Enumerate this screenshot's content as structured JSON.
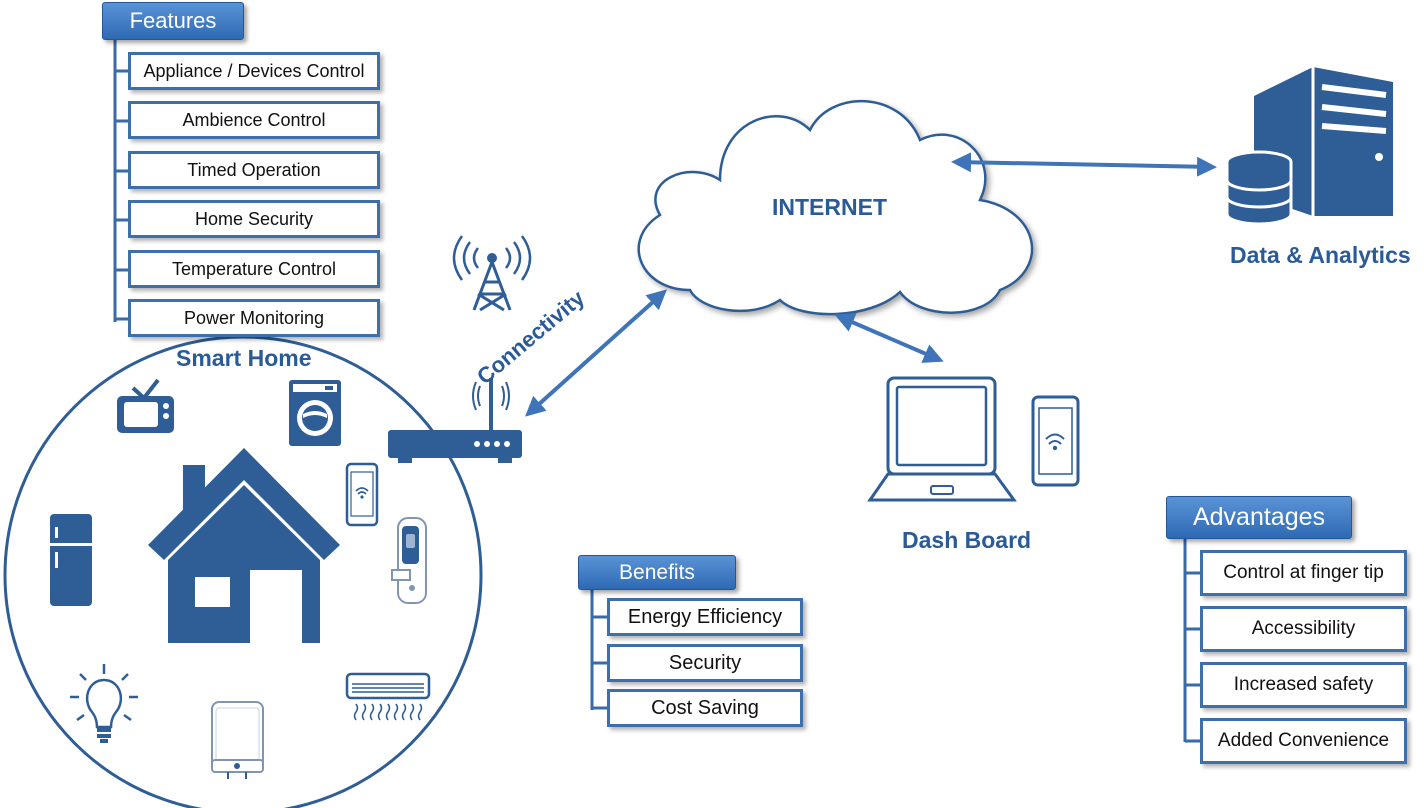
{
  "features": {
    "title": "Features",
    "items": [
      "Appliance / Devices Control",
      "Ambience Control",
      "Timed Operation",
      "Home Security",
      "Temperature Control",
      "Power Monitoring"
    ]
  },
  "smart_home": {
    "label": "Smart Home"
  },
  "connectivity": {
    "label": "Connectivity"
  },
  "internet": {
    "label": "INTERNET"
  },
  "data_analytics": {
    "label": "Data & Analytics"
  },
  "dashboard": {
    "label": "Dash Board"
  },
  "benefits": {
    "title": "Benefits",
    "items": [
      "Energy Efficiency",
      "Security",
      "Cost Saving"
    ]
  },
  "advantages": {
    "title": "Advantages",
    "items": [
      "Control at finger tip",
      "Accessibility",
      "Increased safety",
      "Added Convenience"
    ]
  },
  "colors": {
    "primary": "#2f5d96",
    "accent": "#3f74b8",
    "line": "#3a6aa8"
  }
}
